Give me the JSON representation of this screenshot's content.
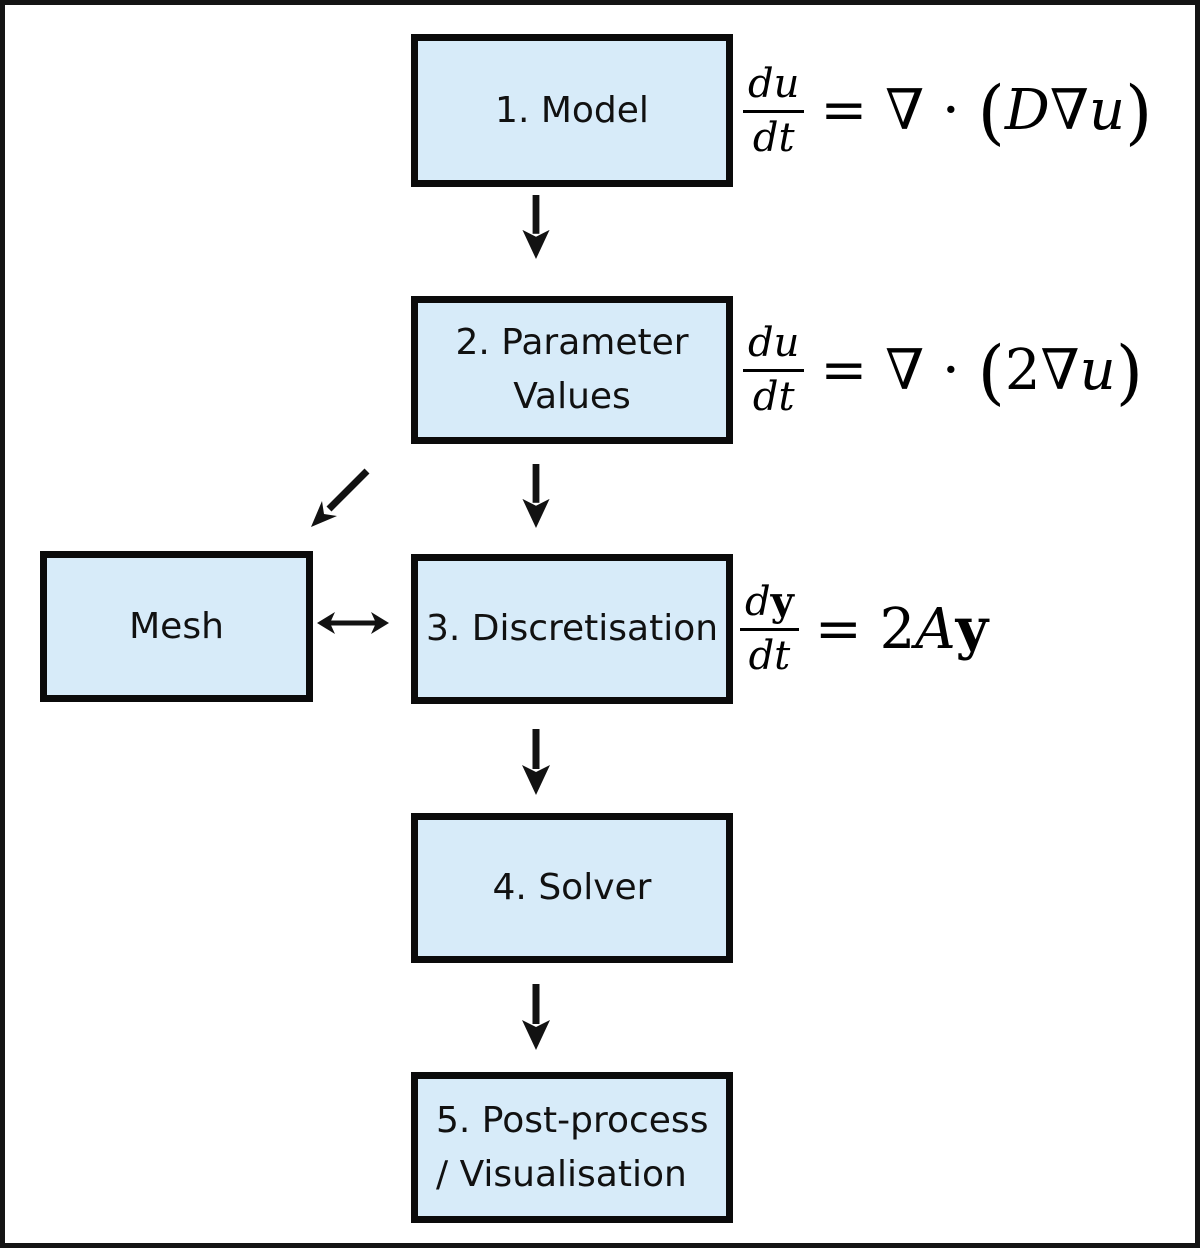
{
  "diagram": {
    "boxes": {
      "model": {
        "line1": "1. Model"
      },
      "parameters": {
        "line1": "2. Parameter",
        "line2": "Values"
      },
      "mesh": {
        "line1": "Mesh"
      },
      "discretisation": {
        "line1": "3. Discretisation"
      },
      "solver": {
        "line1": "4. Solver"
      },
      "postprocess": {
        "line1": "5. Post-process",
        "line2": "/ Visualisation"
      }
    },
    "equations": {
      "model": {
        "num": [
          {
            "t": "du",
            "st": "i"
          }
        ],
        "den": [
          {
            "t": "dt",
            "st": "i"
          }
        ],
        "rhs": [
          {
            "t": "= ∇ · ",
            "st": "r"
          },
          {
            "t": "(",
            "st": "p"
          },
          {
            "t": "D",
            "st": "i"
          },
          {
            "t": "∇",
            "st": "r"
          },
          {
            "t": "u",
            "st": "i"
          },
          {
            "t": ")",
            "st": "p"
          }
        ]
      },
      "parameters": {
        "num": [
          {
            "t": "du",
            "st": "i"
          }
        ],
        "den": [
          {
            "t": "dt",
            "st": "i"
          }
        ],
        "rhs": [
          {
            "t": "= ∇ · ",
            "st": "r"
          },
          {
            "t": "(",
            "st": "p"
          },
          {
            "t": "2∇",
            "st": "r"
          },
          {
            "t": "u",
            "st": "i"
          },
          {
            "t": ")",
            "st": "p"
          }
        ]
      },
      "discretisation": {
        "num": [
          {
            "t": "d",
            "st": "i"
          },
          {
            "t": "y",
            "st": "b"
          }
        ],
        "den": [
          {
            "t": "dt",
            "st": "i"
          }
        ],
        "rhs": [
          {
            "t": "= 2",
            "st": "r"
          },
          {
            "t": "A",
            "st": "i"
          },
          {
            "t": "y",
            "st": "b"
          }
        ]
      }
    },
    "colors": {
      "box_fill": "#d7ebf9",
      "box_border": "#0b0b0b",
      "arrow": "#121212",
      "frame": "#141414",
      "background": "#ffffff",
      "text": "#111111"
    }
  }
}
